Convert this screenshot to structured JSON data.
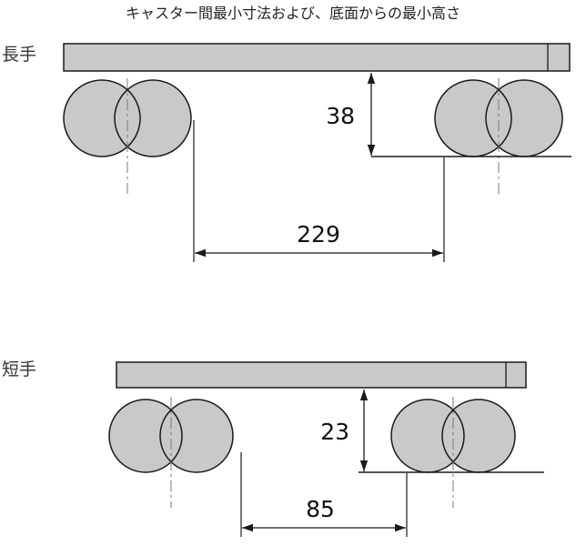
{
  "title": "キャスター間最小寸法および、底面からの最小高さ",
  "colors": {
    "part_fill": "#c9c9c9",
    "line": "#1a1a1a",
    "centerline": "#777777"
  },
  "diagrams": [
    {
      "label": "長手",
      "height_dim": "38",
      "span_dim": "229"
    },
    {
      "label": "短手",
      "height_dim": "23",
      "span_dim": "85"
    }
  ]
}
